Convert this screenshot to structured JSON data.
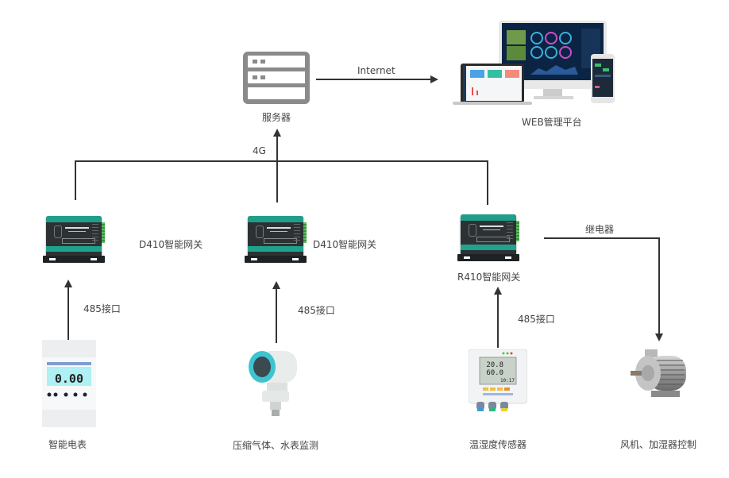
{
  "diagram": {
    "server": {
      "label": "服务器",
      "icon": "server-icon"
    },
    "internet_link": {
      "label": "Internet"
    },
    "web_platform": {
      "label": "WEB管理平台",
      "icon": "web-dashboard-devices-image"
    },
    "uplink": {
      "label": "4G"
    },
    "gateways": [
      {
        "label": "D410智能网关",
        "icon": "gateway-device-image"
      },
      {
        "label": "D410智能网关",
        "icon": "gateway-device-image"
      },
      {
        "label": "R410智能网关",
        "icon": "gateway-device-image"
      }
    ],
    "interfaces": [
      {
        "label": "485接口"
      },
      {
        "label": "485接口"
      },
      {
        "label": "485接口"
      }
    ],
    "relay_link": {
      "label": "继电器"
    },
    "devices": [
      {
        "label": "智能电表",
        "icon": "smart-meter-image",
        "display": "0.00"
      },
      {
        "label": "压缩气体、水表监测",
        "icon": "pressure-transmitter-image"
      },
      {
        "label": "温湿度传感器",
        "icon": "temp-humidity-sensor-image",
        "display": [
          "20.8",
          "60.0",
          "10:17"
        ]
      },
      {
        "label": "风机、加湿器控制",
        "icon": "electric-motor-image"
      }
    ]
  },
  "colors": {
    "line": "#333333",
    "server_gray": "#8a8a8a",
    "gateway_teal": "#1fa38d",
    "text": "#444444"
  }
}
